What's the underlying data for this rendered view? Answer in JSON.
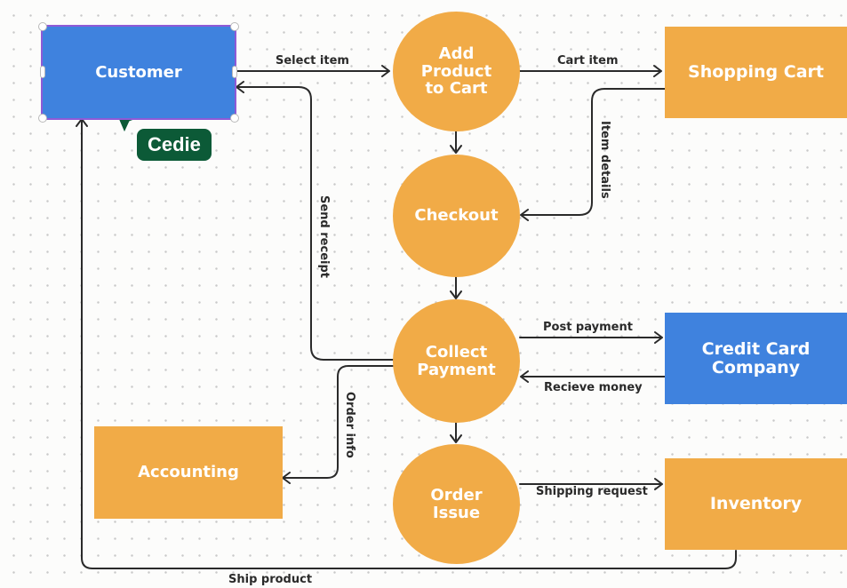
{
  "nodes": {
    "customer": "Customer",
    "add_product": "Add\nProduct\nto Cart",
    "shopping_cart": "Shopping Cart",
    "checkout": "Checkout",
    "collect_payment": "Collect\nPayment",
    "credit_card": "Credit Card\nCompany",
    "accounting": "Accounting",
    "order_issue": "Order\nIssue",
    "inventory": "Inventory"
  },
  "edges": {
    "select_item": "Select item",
    "cart_item": "Cart item",
    "item_details": "Item details",
    "send_receipt": "Send receipt",
    "post_payment": "Post payment",
    "recieve_money": "Recieve money",
    "order_info": "Order info",
    "shipping_request": "Shipping request",
    "ship_product": "Ship product"
  },
  "collaborator": {
    "name": "Cedie",
    "color": "#0c5a37"
  },
  "colors": {
    "process": "#f1ab47",
    "external_blue": "#3f82de",
    "selection": "#8f5ad6",
    "arrow": "#2a2a2a"
  }
}
